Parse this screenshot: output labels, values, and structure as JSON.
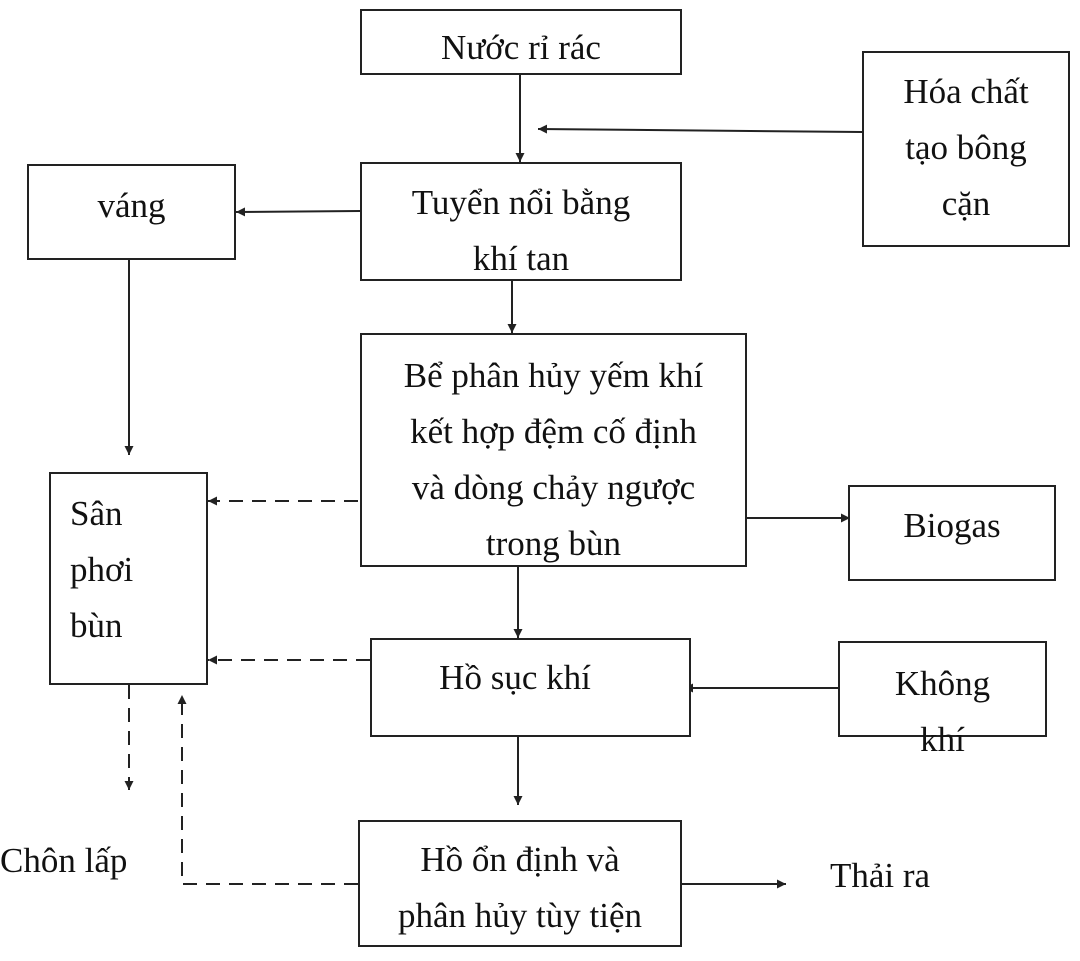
{
  "diagram": {
    "nodes": {
      "leachate": "Nước rỉ rác",
      "flocculant": "Hóa chất\ntạo bông\ncặn",
      "scum": "váng",
      "daf": "Tuyển nổi bằng\nkhí tan",
      "anaerobic": "Bể phân hủy yếm khí\nkết hợp đệm cố định\nvà dòng chảy ngược\ntrong bùn",
      "sludge_bed": "Sân\nphơi\nbùn",
      "biogas": "Biogas",
      "aeration_pond": "Hồ sục khí",
      "air": "Không\nkhí",
      "stabilization_pond": "Hồ ổn định và\nphân hủy tùy tiện",
      "landfill": "Chôn lấp",
      "discharge": "Thải ra"
    },
    "line_color": "#222222"
  }
}
